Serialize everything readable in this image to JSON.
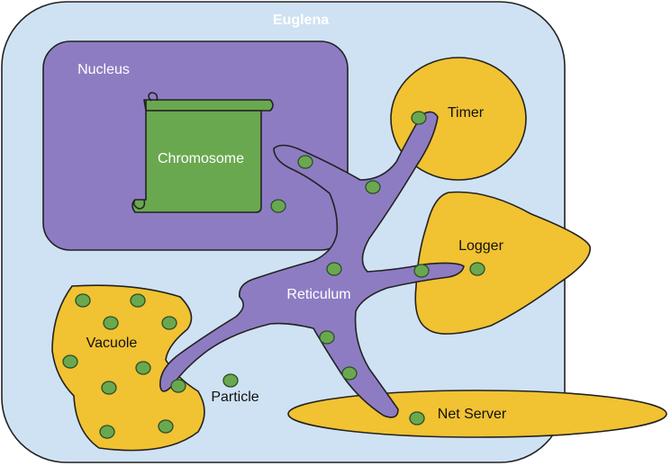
{
  "cell": {
    "title": "Euglena"
  },
  "organelles": {
    "nucleus": "Nucleus",
    "chromosome": "Chromosome",
    "timer": "Timer",
    "logger": "Logger",
    "reticulum": "Reticulum",
    "vacuole": "Vacuole",
    "particle": "Particle",
    "net_server": "Net Server"
  },
  "colors": {
    "cell_fill": "#cfe2f3",
    "nucleus_fill": "#8e7cc3",
    "chromosome_fill": "#6aa84f",
    "organelle_fill": "#f1c232",
    "reticulum_fill": "#8e7cc3",
    "particle_fill": "#6aa84f"
  }
}
